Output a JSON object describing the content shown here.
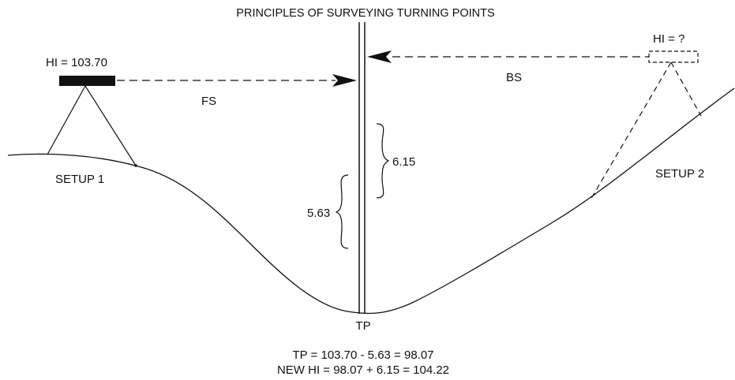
{
  "title": "PRINCIPLES OF SURVEYING TURNING POINTS",
  "setup1": {
    "hi_label": "HI = 103.70",
    "name": "SETUP 1"
  },
  "setup2": {
    "hi_label": "HI = ?",
    "name": "SETUP 2"
  },
  "foresight": {
    "label": "FS"
  },
  "backsight": {
    "label": "BS"
  },
  "rod": {
    "upper_reading": "6.15",
    "lower_reading": "5.63",
    "point_label": "TP"
  },
  "equations": {
    "line1": "TP = 103.70 - 5.63 = 98.07",
    "line2": "NEW HI = 98.07 + 6.15 = 104.22"
  },
  "colors": {
    "ink": "#111111",
    "background": "#ffffff"
  }
}
